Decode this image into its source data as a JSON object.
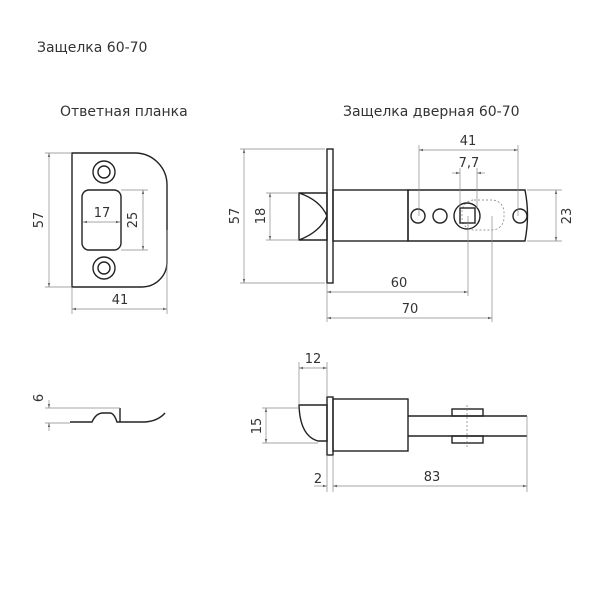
{
  "title": "Защелка 60-70",
  "strike_plate": {
    "title": "Ответная планка",
    "dims": {
      "height": "57",
      "width": "41",
      "window_width": "17",
      "window_height": "25",
      "thickness": "6"
    }
  },
  "latch": {
    "title": "Защелка дверная 60-70",
    "dims": {
      "face_height": "57",
      "bolt_height": "18",
      "bar_height": "23",
      "holes_span": "41",
      "square": "7,7",
      "backset_60": "60",
      "backset_70": "70",
      "bolt_depth": "12",
      "bolt_side_height": "15",
      "face_thickness": "2",
      "length": "83"
    }
  }
}
